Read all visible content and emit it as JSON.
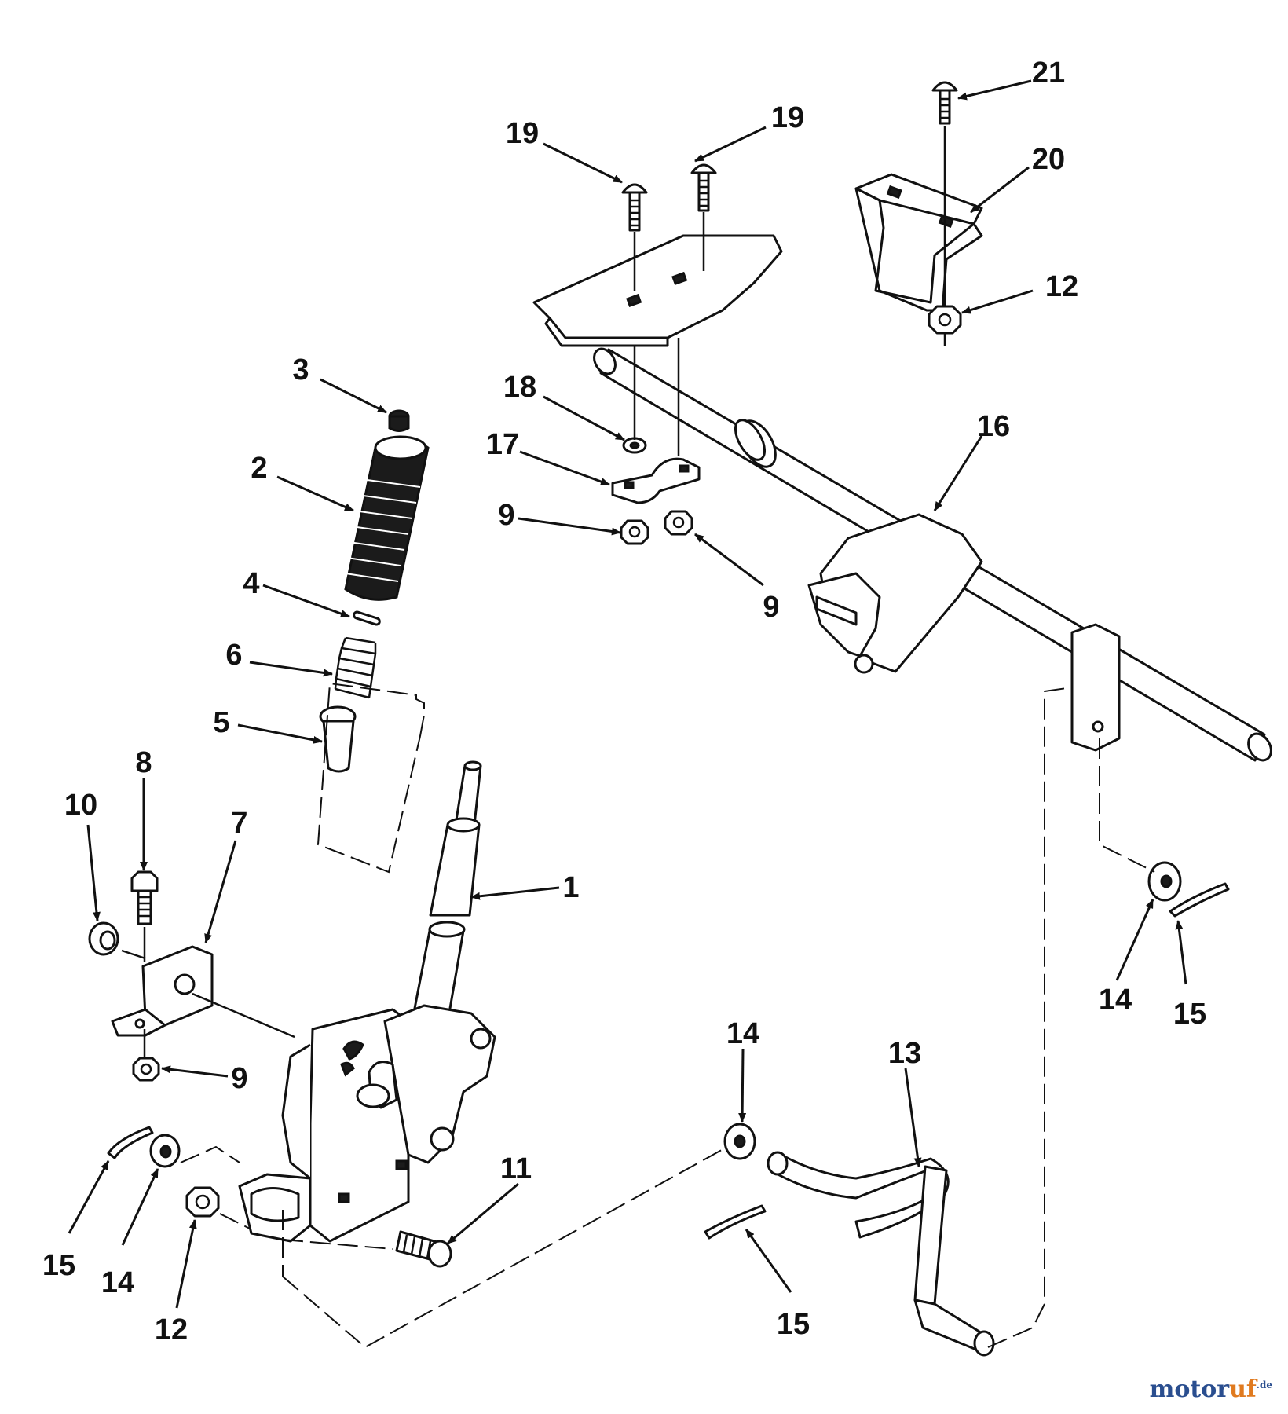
{
  "callouts": {
    "c1": "1",
    "c2": "2",
    "c3": "3",
    "c4": "4",
    "c5": "5",
    "c6": "6",
    "c7": "7",
    "c8": "8",
    "c9a": "9",
    "c9b": "9",
    "c9c": "9",
    "c10": "10",
    "c11": "11",
    "c12a": "12",
    "c12b": "12",
    "c13": "13",
    "c14a": "14",
    "c14b": "14",
    "c14c": "14",
    "c15a": "15",
    "c15b": "15",
    "c15c": "15",
    "c16": "16",
    "c17": "17",
    "c18": "18",
    "c19a": "19",
    "c19b": "19",
    "c20": "20",
    "c21": "21"
  },
  "watermark": {
    "brand": "motor",
    "brand_tail": "uf",
    "tld": ".de"
  },
  "colors": {
    "ink": "#111111",
    "background": "#ffffff",
    "brand_blue": "#2a4e8f",
    "brand_orange": "#e07a1f"
  }
}
